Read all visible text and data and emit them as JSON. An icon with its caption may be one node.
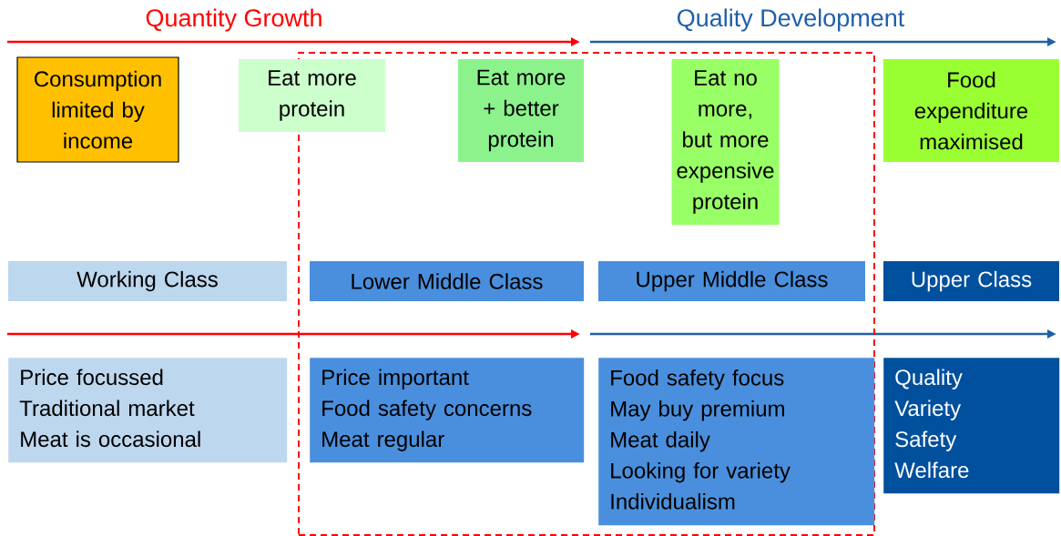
{
  "diagram": {
    "nodes": [
      {
        "text": [],
        "shape": "box"
      },
      {
        "text": [
          "Consumption limited by income"
        ]
      },
      {
        "text": [
          "Eat more protein"
        ]
      },
      {
        "text": [
          "Eat more + better protein"
        ],
        "in": 0
      },
      {
        "text": [
          "Eat no more, but more expensive protein"
        ],
        "in": 0
      },
      {
        "text": [
          "Food expenditure maximised"
        ]
      },
      {
        "text": [
          "Working Class"
        ]
      },
      {
        "text": [
          "Lower Middle Class"
        ],
        "in": 0
      },
      {
        "text": [
          "Upper Middle Class"
        ],
        "in": 0
      },
      {
        "text": [
          "Upper Class"
        ]
      },
      {
        "text": [
          "Price focussed",
          "Traditional market",
          "Meat is occasional"
        ]
      },
      {
        "text": [
          "Price important",
          "Food safety concerns",
          "Meat regular"
        ],
        "in": 0
      },
      {
        "text": [
          "Food safety focus",
          "May buy premium",
          "Meat daily",
          "Looking for variety",
          "Individualism"
        ],
        "in": 0
      },
      {
        "text": [
          "Quality",
          "Variety",
          "Safety",
          "Welfare"
        ]
      }
    ],
    "labels": [
      "Quantity Growth",
      "Quality Development"
    ]
  }
}
